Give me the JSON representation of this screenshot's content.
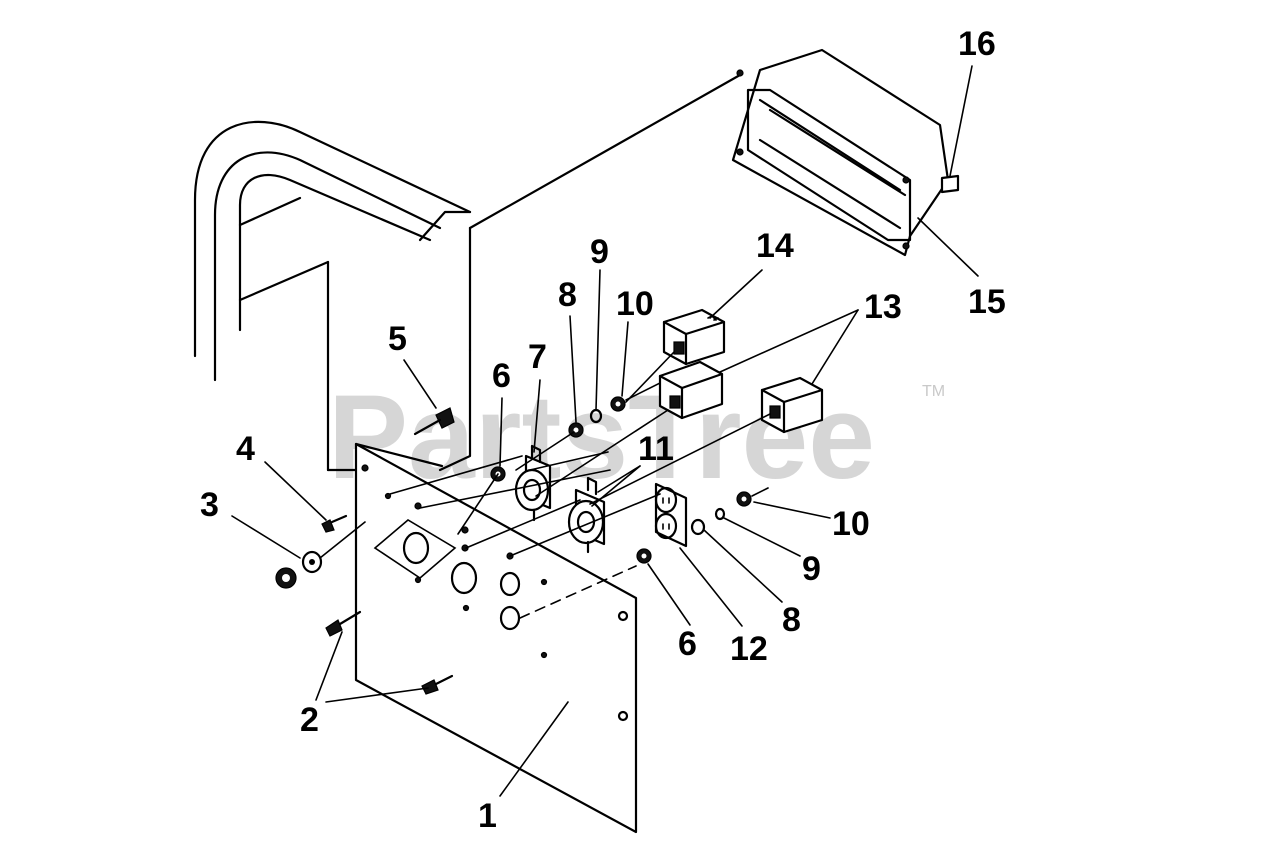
{
  "watermark": {
    "text": "PartsTree",
    "trademark": "TM"
  },
  "callouts": [
    {
      "id": "c1",
      "text": "1"
    },
    {
      "id": "c2",
      "text": "2"
    },
    {
      "id": "c3",
      "text": "3"
    },
    {
      "id": "c4",
      "text": "4"
    },
    {
      "id": "c5",
      "text": "5"
    },
    {
      "id": "c6a",
      "text": "6"
    },
    {
      "id": "c6b",
      "text": "6"
    },
    {
      "id": "c7",
      "text": "7"
    },
    {
      "id": "c8a",
      "text": "8"
    },
    {
      "id": "c8b",
      "text": "8"
    },
    {
      "id": "c9a",
      "text": "9"
    },
    {
      "id": "c9b",
      "text": "9"
    },
    {
      "id": "c10a",
      "text": "10"
    },
    {
      "id": "c10b",
      "text": "10"
    },
    {
      "id": "c11",
      "text": "11"
    },
    {
      "id": "c12",
      "text": "12"
    },
    {
      "id": "c13",
      "text": "13"
    },
    {
      "id": "c14",
      "text": "14"
    },
    {
      "id": "c15",
      "text": "15"
    },
    {
      "id": "c16",
      "text": "16"
    }
  ]
}
